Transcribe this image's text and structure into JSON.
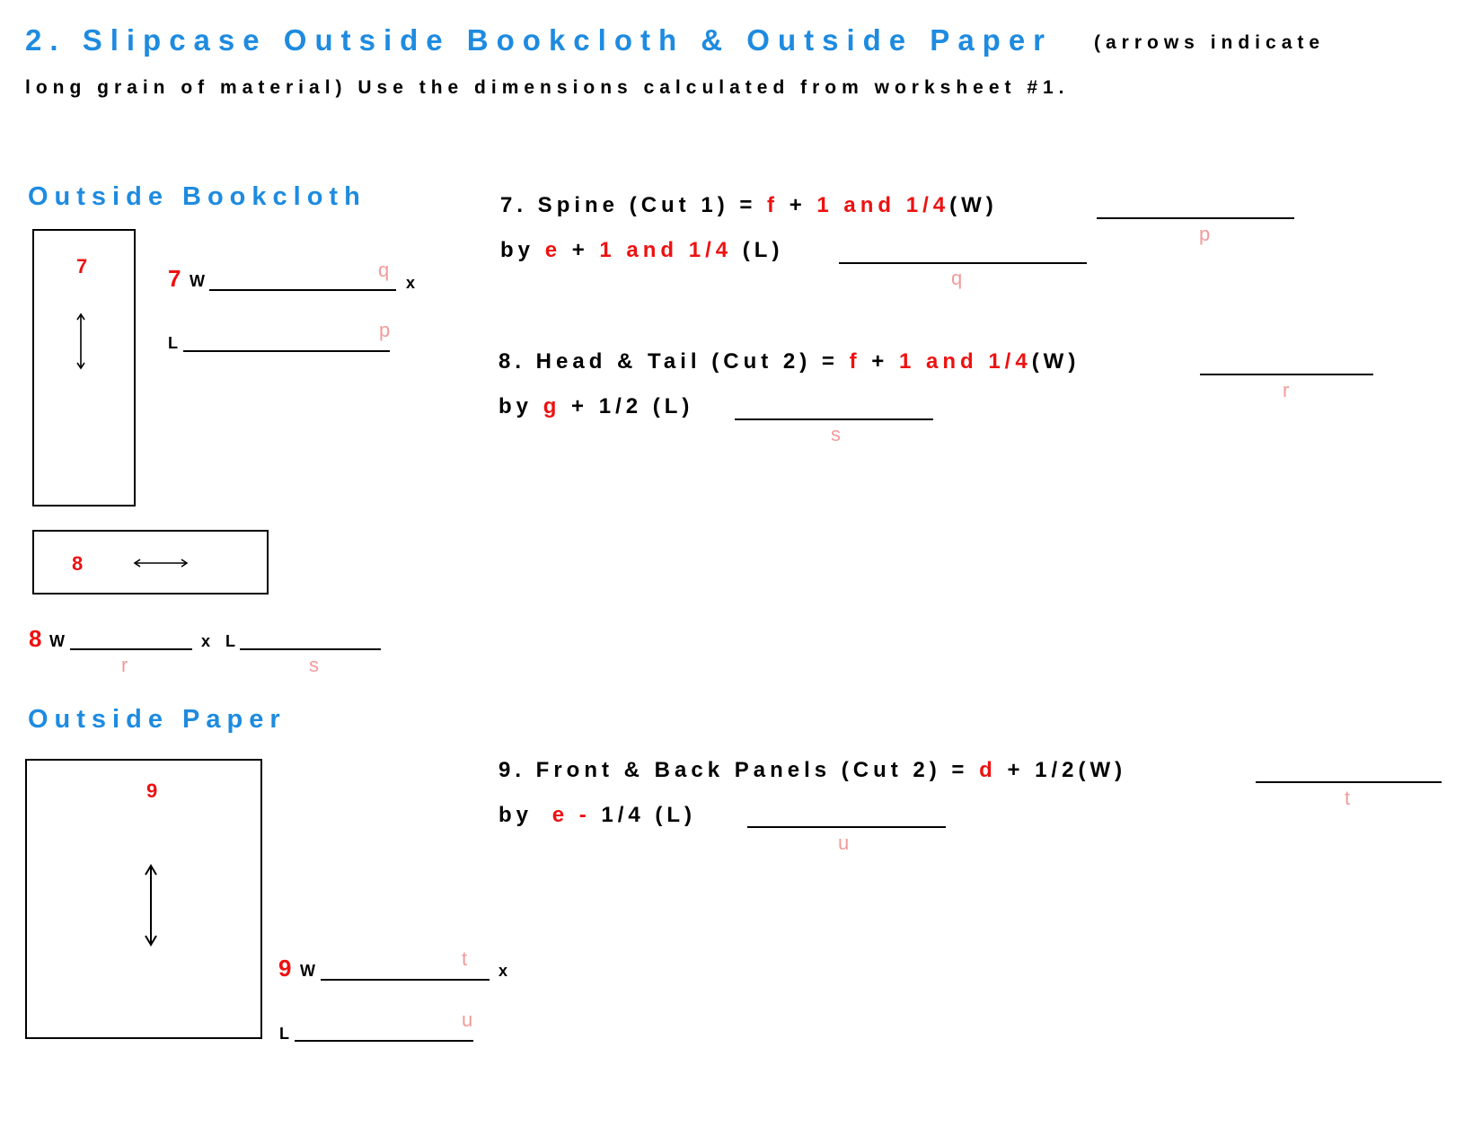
{
  "header": {
    "title": "2. Slipcase Outside Bookcloth & Outside Paper",
    "note_part1": "(arrows indicate",
    "note_part2": "long grain of material) Use the dimensions calculated from worksheet #1."
  },
  "colors": {
    "heading_blue": "#1e8be0",
    "variable_red": "#ee1111",
    "answer_pink": "#f29a9a"
  },
  "bookcloth": {
    "heading": "Outside Bookcloth",
    "piece7": {
      "box_label": "7",
      "arrow_icon": "vertical-double-arrow",
      "num": "7",
      "w_label": "W",
      "w_letter": "q",
      "x_label": "x",
      "l_label": "L",
      "l_letter": "p"
    },
    "piece8": {
      "box_label": "8",
      "arrow_icon": "horizontal-double-arrow",
      "num": "8",
      "w_label": "W",
      "w_letter": "r",
      "x_label": "x",
      "l_label": "L",
      "l_letter": "s"
    }
  },
  "paper": {
    "heading": "Outside Paper",
    "piece9": {
      "box_label": "9",
      "arrow_icon": "vertical-double-arrow",
      "num": "9",
      "w_label": "W",
      "w_letter": "t",
      "x_label": "x",
      "l_label": "L",
      "l_letter": "u"
    }
  },
  "equations": {
    "eq7": {
      "l1_prefix": "7. Spine (Cut 1) =",
      "l1_var": "f",
      "l1_plus": "+",
      "l1_amount": "1 and 1/4",
      "l1_suffix": "(W)",
      "l1_letter": "p",
      "l2_prefix": "by",
      "l2_var": "e",
      "l2_plus": "+",
      "l2_amount": "1 and 1/4",
      "l2_suffix": "(L)",
      "l2_letter": "q"
    },
    "eq8": {
      "l1_prefix": "8. Head & Tail (Cut 2) =",
      "l1_var": "f",
      "l1_plus": "+",
      "l1_amount": "1 and 1/4",
      "l1_suffix": "(W)",
      "l1_letter": "r",
      "l2_prefix": "by",
      "l2_var": "g",
      "l2_rest": "+ 1/2 (L)",
      "l2_letter": "s"
    },
    "eq9": {
      "l1_prefix": "9. Front & Back Panels (Cut 2) =",
      "l1_var": "d",
      "l1_rest": "+ 1/2(W)",
      "l1_letter": "t",
      "l2_prefix": "by",
      "l2_var": "e -",
      "l2_rest": "1/4 (L)",
      "l2_letter": "u"
    }
  }
}
